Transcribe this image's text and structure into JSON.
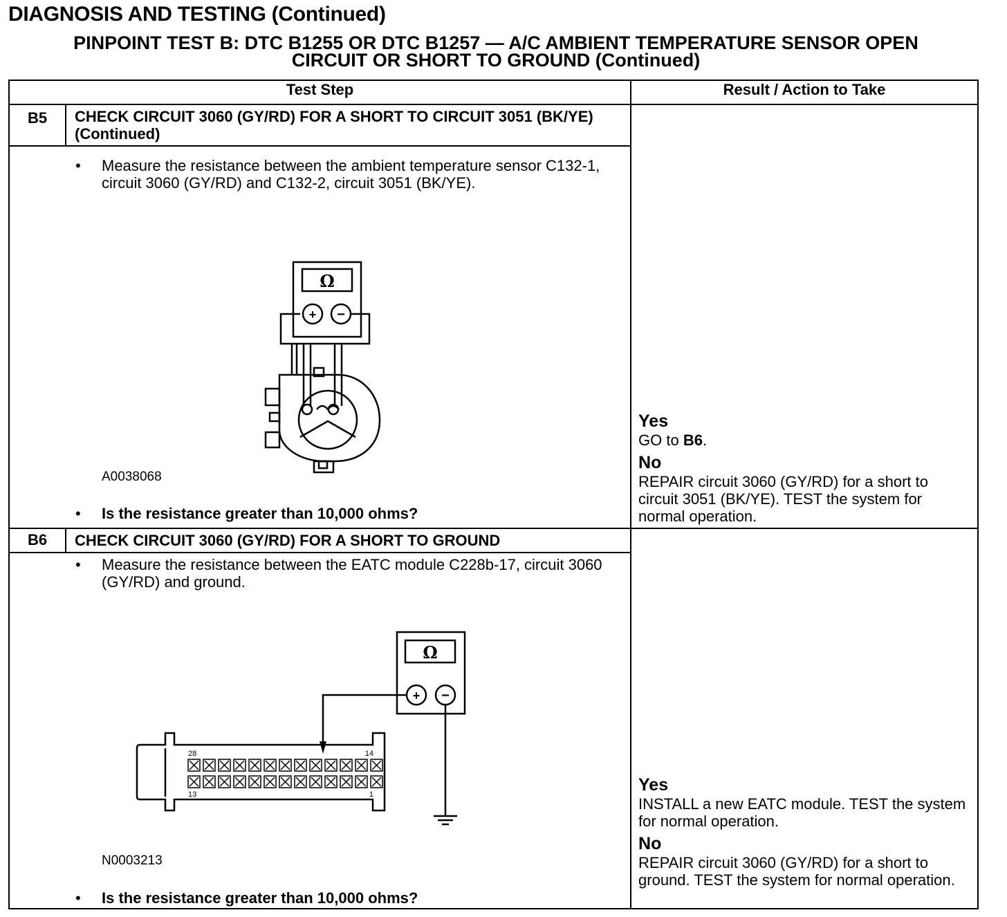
{
  "doc_title": "DIAGNOSIS AND TESTING (Continued)",
  "test_title_line1": "PINPOINT TEST B: DTC B1255 OR DTC B1257 — A/C AMBIENT TEMPERATURE SENSOR OPEN",
  "test_title_line2": "CIRCUIT OR SHORT TO GROUND (Continued)",
  "columns": {
    "test_step": "Test Step",
    "result": "Result / Action to Take"
  },
  "steps": [
    {
      "id": "B5",
      "heading": "CHECK CIRCUIT 3060 (GY/RD) FOR A SHORT TO CIRCUIT 3051 (BK/YE) (Continued)",
      "instruction": "Measure the resistance between the ambient temperature sensor C132-1, circuit 3060 (GY/RD) and C132-2, circuit 3051 (BK/YE).",
      "figure_id": "A0038068",
      "meter_symbol": "Ω",
      "question": "Is the resistance greater than 10,000 ohms?",
      "yes_label": "Yes",
      "yes_text_pre": "GO to ",
      "yes_text_bold": "B6",
      "yes_text_post": ".",
      "no_label": "No",
      "no_text": "REPAIR circuit 3060 (GY/RD) for a short to circuit 3051 (BK/YE). TEST the system for normal operation."
    },
    {
      "id": "B6",
      "heading": "CHECK CIRCUIT 3060 (GY/RD) FOR A SHORT TO GROUND",
      "instruction": "Measure the resistance between the EATC module C228b-17, circuit 3060 (GY/RD) and ground.",
      "figure_id": "N0003213",
      "meter_symbol": "Ω",
      "pin_labels": {
        "top_left": "28",
        "top_right": "14",
        "bottom_left": "13",
        "bottom_right": "1"
      },
      "question": "Is the resistance greater than 10,000 ohms?",
      "yes_label": "Yes",
      "yes_text": "INSTALL a new EATC module. TEST the system for normal operation.",
      "no_label": "No",
      "no_text": "REPAIR circuit 3060 (GY/RD) for a short to ground. TEST the system for normal operation."
    }
  ],
  "bullet_glyph": "•"
}
